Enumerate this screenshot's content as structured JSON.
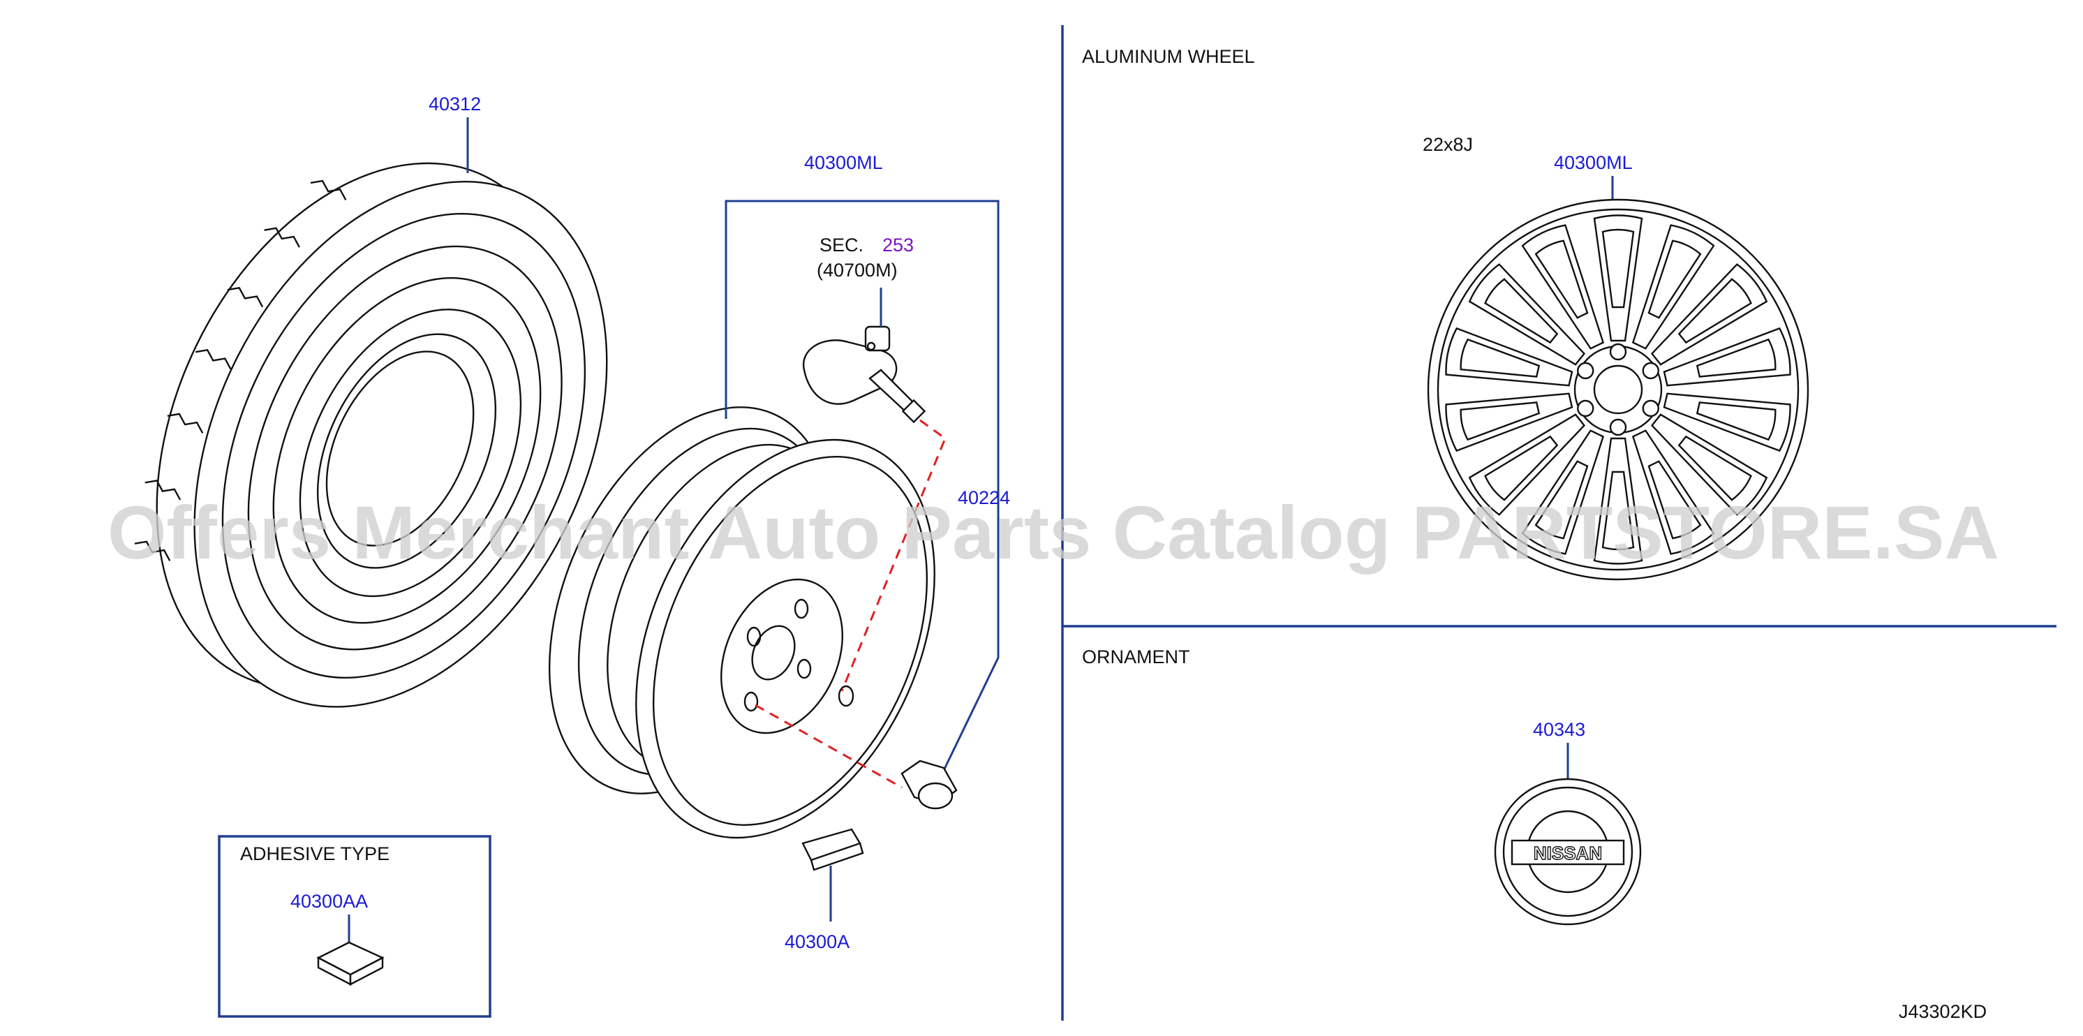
{
  "sections": {
    "aluminum_wheel": "ALUMINUM   WHEEL",
    "ornament": "ORNAMENT",
    "adhesive_type": "ADHESIVE   TYPE"
  },
  "wheel_size": "22x8J",
  "parts": {
    "tire": "40312",
    "wheel_assembly": "40300ML",
    "aluminum_wheel": "40300ML",
    "sensor_sec_prefix": "SEC.",
    "sensor_sec_number": "253",
    "sensor_part": "(40700M)",
    "wheel_nut": "40224",
    "balance_weight": "40300A",
    "adhesive_weight": "40300AA",
    "ornament": "40343"
  },
  "ornament_logo": "NISSAN",
  "diagram_code": "J43302KD",
  "watermark": "Offers Merchant Auto Parts Catalog PARTSTORE.SA",
  "colors": {
    "part_number": "#1a1ad6",
    "section_ref": "#7a12c8",
    "frame": "#1f3f8f",
    "dashed_link": "#e02020"
  }
}
